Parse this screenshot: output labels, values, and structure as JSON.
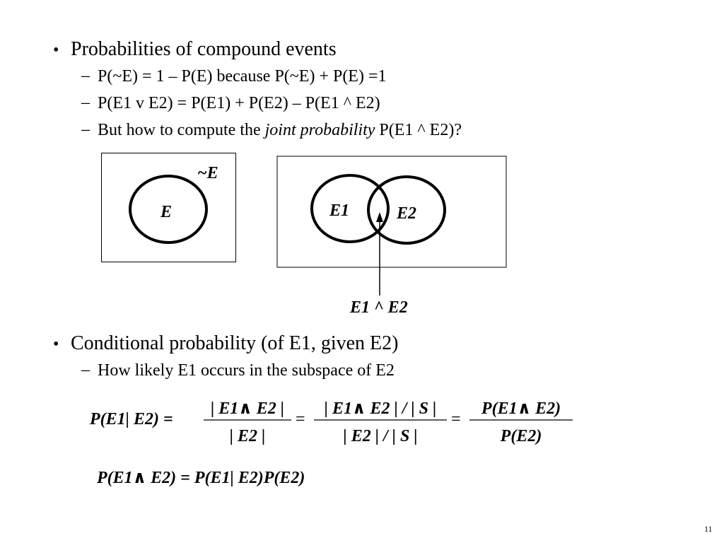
{
  "bullets": {
    "b1": "Probabilities of compound events",
    "b1_sub1": "P(~E) = 1 – P(E)  because P(~E) + P(E) =1",
    "b1_sub2": "P(E1 v E2) = P(E1) + P(E2) – P(E1 ^ E2)",
    "b1_sub3_pre": "But how to compute the ",
    "b1_sub3_em": "joint probability",
    "b1_sub3_post": " P(E1 ^ E2)?",
    "b2": "Conditional probability (of E1, given E2)",
    "b2_sub1": "How likely E1 occurs in the subspace of E2"
  },
  "diagram_left": {
    "outside_label": "~E",
    "inside_label": "E"
  },
  "diagram_right": {
    "label_a": "E1",
    "label_b": "E2",
    "intersection_label": "E1 ^ E2"
  },
  "equations": {
    "lhs": "P(E1| E2) =",
    "frac1_num": "| E1∧ E2 |",
    "frac1_den": "| E2 |",
    "frac2_num": "| E1∧ E2 | / | S |",
    "frac2_den": "| E2 | / | S |",
    "frac3_num": "P(E1∧ E2)",
    "frac3_den": "P(E2)",
    "eq2": "P(E1∧ E2) = P(E1| E2)P(E2)"
  },
  "slide_number": "11"
}
